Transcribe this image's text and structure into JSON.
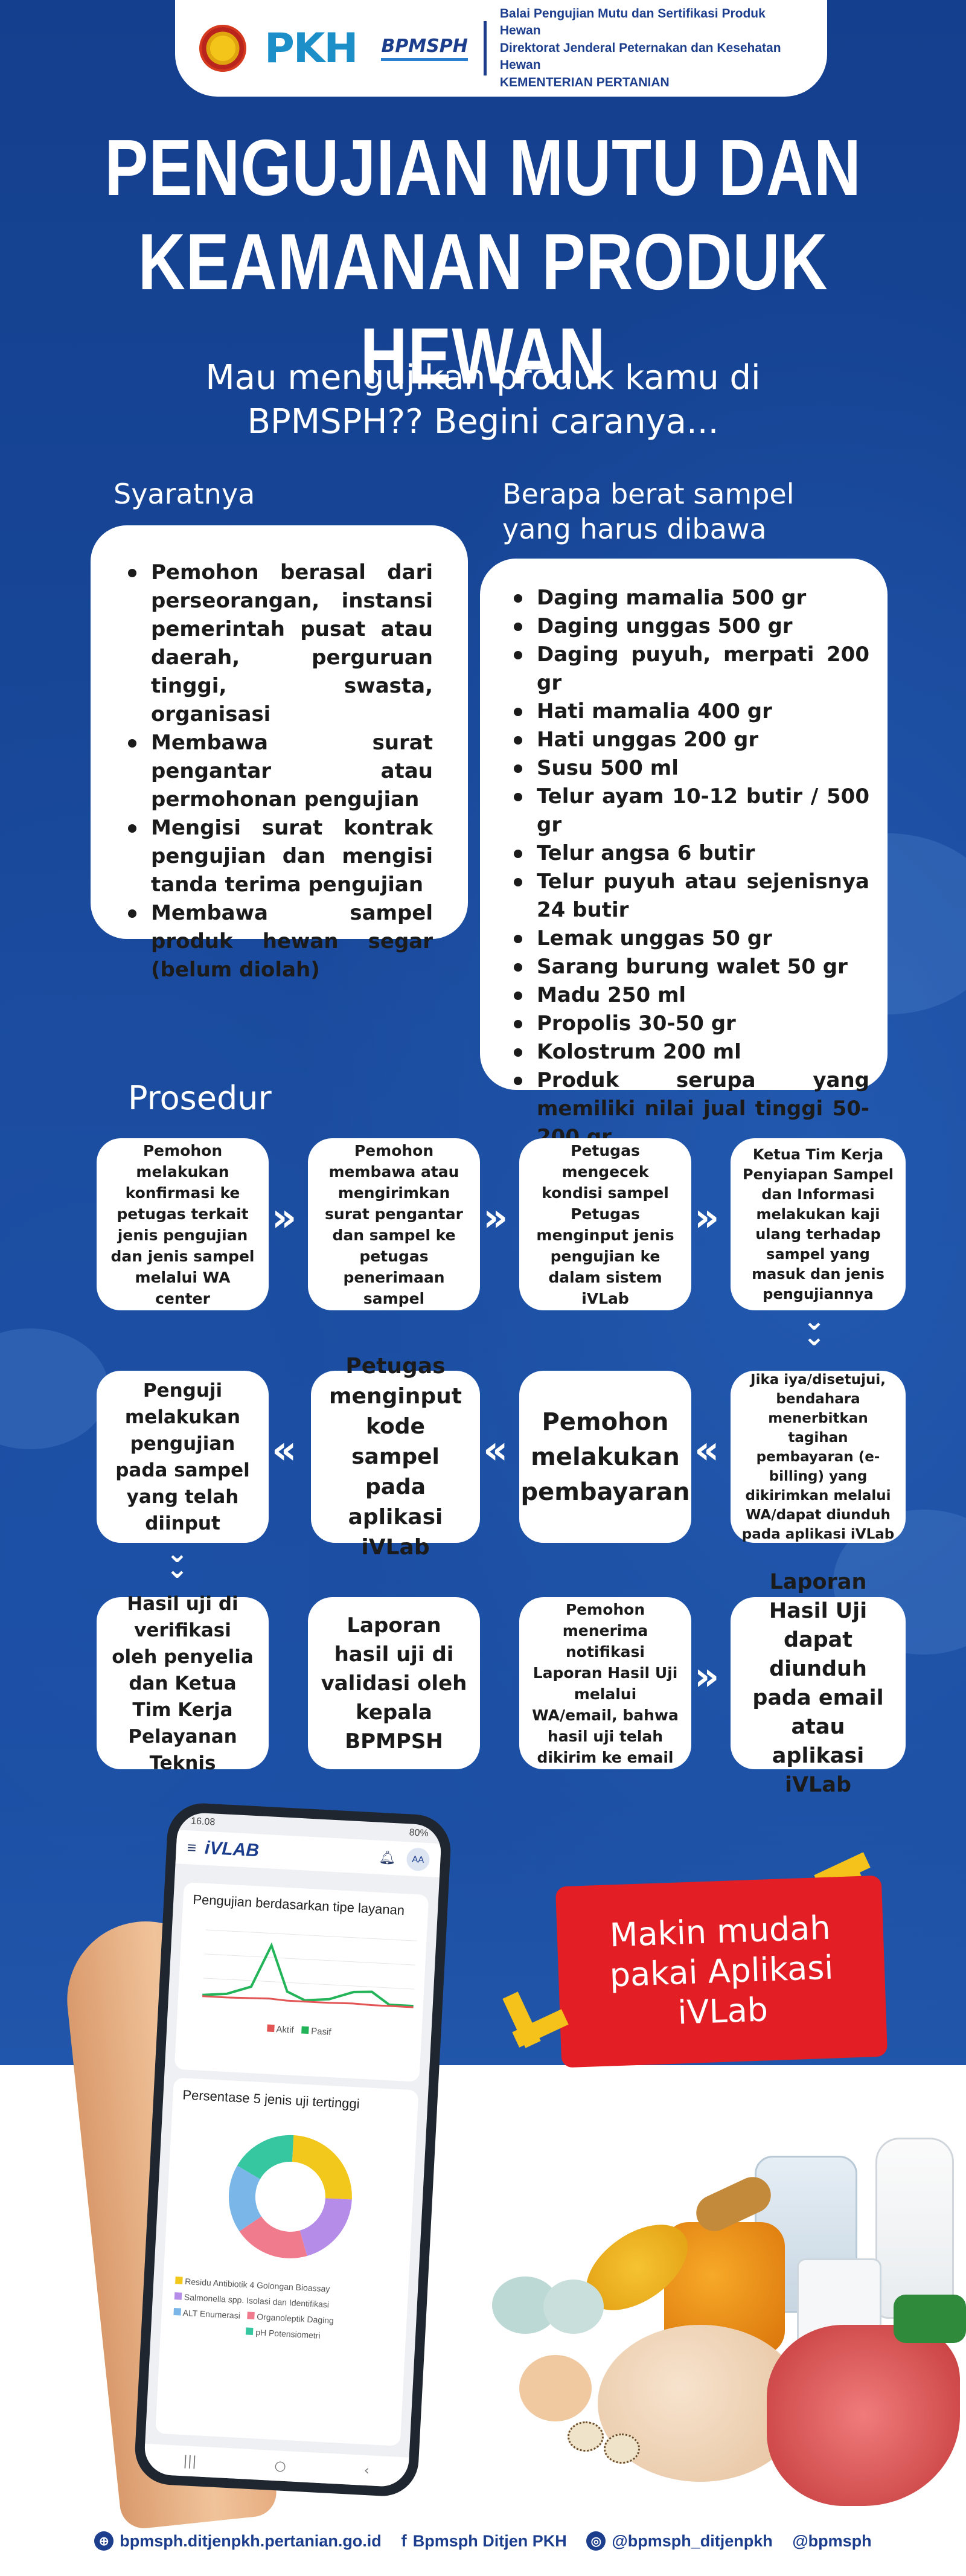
{
  "header": {
    "logo_left": "PKH",
    "logo_right": "BPMSPH",
    "lines": [
      "Balai Pengujian Mutu dan Sertifikasi Produk Hewan",
      "Direktorat Jenderal Peternakan dan Kesehatan Hewan",
      "KEMENTERIAN PERTANIAN"
    ]
  },
  "title": {
    "line1": "PENGUJIAN MUTU DAN",
    "line2": "KEAMANAN PRODUK HEWAN"
  },
  "subtitle": {
    "line1": "Mau mengujikan produk kamu di",
    "line2": "BPMSPH?? Begini caranya..."
  },
  "syarat": {
    "label": "Syaratnya",
    "items": [
      "Pemohon berasal dari perseorangan, instansi pemerintah pusat atau daerah, perguruan tinggi, swasta, organisasi",
      "Membawa surat pengantar atau permohonan pengujian",
      "Mengisi surat kontrak pengujian dan mengisi tanda terima pengujian",
      "Membawa sampel produk hewan segar (belum diolah)"
    ]
  },
  "berat": {
    "label_line1": "Berapa berat sampel",
    "label_line2": "yang harus dibawa",
    "items": [
      "Daging mamalia 500 gr",
      "Daging unggas 500 gr",
      "Daging puyuh, merpati 200 gr",
      "Hati mamalia 400 gr",
      "Hati unggas 200 gr",
      "Susu 500 ml",
      "Telur ayam 10-12 butir / 500 gr",
      "Telur angsa 6 butir",
      "Telur puyuh atau sejenisnya 24 butir",
      "Lemak unggas 50 gr",
      "Sarang burung walet 50 gr",
      "Madu 250 ml",
      "Propolis 30-50 gr",
      "Kolostrum 200 ml",
      "Produk serupa yang memiliki nilai jual tinggi 50-200 gr"
    ]
  },
  "prosedur": {
    "label": "Prosedur",
    "steps": [
      "Pemohon melakukan konfirmasi ke petugas terkait jenis pengujian dan jenis sampel melalui WA center",
      "Pemohon membawa atau mengirimkan surat pengantar dan sampel ke petugas penerimaan sampel",
      "Petugas mengecek kondisi sampel Petugas menginput jenis pengujian ke dalam sistem iVLab",
      "Ketua Tim Kerja Penyiapan Sampel dan Informasi melakukan kaji ulang terhadap sampel yang masuk dan jenis pengujiannya",
      "Jika iya/disetujui, bendahara menerbitkan tagihan pembayaran (e-billing) yang dikirimkan melalui WA/dapat diunduh pada aplikasi iVLab",
      "Pemohon melakukan pembayaran",
      "Petugas menginput kode sampel pada aplikasi iVLab",
      "Penguji melakukan pengujian pada sampel yang telah diinput",
      "Hasil uji di verifikasi oleh penyelia dan Ketua Tim Kerja Pelayanan Teknis",
      "Laporan hasil uji di validasi oleh kepala BPMPSH",
      "Pemohon menerima notifikasi Laporan Hasil Uji melalui WA/email, bahwa hasil uji telah dikirim ke email",
      "Laporan Hasil Uji dapat diunduh pada email atau aplikasi iVLab"
    ],
    "arrow_right": "»",
    "arrow_left": "«",
    "arrow_down": "⌄"
  },
  "phone": {
    "time": "16.08",
    "battery": "80%",
    "app_name": "iVLAB",
    "user_badge": "AA",
    "card1_title": "Pengujian berdasarkan tipe layanan",
    "legend": [
      "Aktif",
      "Pasif"
    ],
    "card2_title": "Persentase 5 jenis uji tertinggi",
    "donut_legend": [
      "Residu Antibiotik 4 Golongan Bioassay",
      "Salmonella spp. Isolasi dan Identifikasi",
      "ALT Enumerasi",
      "Organoleptik Daging",
      "pH Potensiometri"
    ],
    "colors": {
      "aktif": "#e35454",
      "pasif": "#23b45a"
    }
  },
  "promo": {
    "line1": "Makin mudah",
    "line2": "pakai Aplikasi",
    "line3": "iVLab"
  },
  "footer": {
    "website": "bpmsph.ditjenpkh.pertanian.go.id",
    "facebook": "Bpmsph Ditjen PKH",
    "instagram": "@bpmsph_ditjenpkh",
    "other": "@bpmsph"
  },
  "colors": {
    "background": "#1a4a9c",
    "card": "#ffffff",
    "promo": "#e31e24",
    "accent_yellow": "#f4c21b"
  }
}
